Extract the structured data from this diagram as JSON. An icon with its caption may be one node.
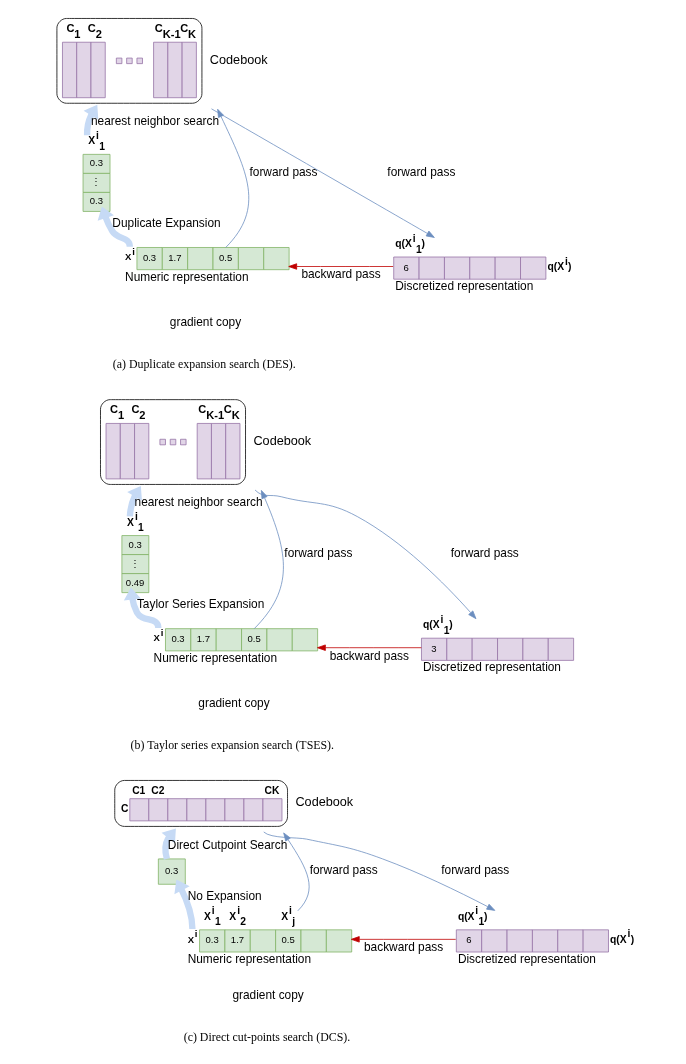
{
  "diagram": {
    "nodes": [
      {
        "text": [
          "0.3",
          "1.7",
          "0.5"
        ],
        "beside": [
          "X$^{i}$",
          "Numeric representation"
        ]
      },
      {
        "text": [
          "0.3",
          "⋮",
          "0.3"
        ],
        "beside": [
          "X$^{i}$$_{1}$"
        ]
      },
      {
        "text": [
          "C$_{1}$",
          "C$_{2}$",
          "C$_{K-1}$",
          "C$_{K}$"
        ],
        "beside": [
          "Codebook"
        ]
      },
      {
        "text": [
          "6"
        ],
        "beside": [
          "q(X$^{i}$$_{1}$)",
          "q(X$^{i}$)",
          "Discretized representation"
        ]
      },
      {
        "text": [
          "0.3",
          "1.7",
          "0.5"
        ],
        "beside": [
          "X$^{i}$",
          "Numeric representation"
        ]
      },
      {
        "text": [
          "0.3",
          "⋮",
          "0.49"
        ],
        "beside": [
          "X$^{i}$$_{1}$"
        ]
      },
      {
        "text": [
          "C$_{1}$",
          "C$_{2}$",
          "C$_{K-1}$",
          "C$_{K}$"
        ],
        "beside": [
          "Codebook"
        ]
      },
      {
        "text": [
          "3"
        ],
        "beside": [
          "q(X$^{i}$$_{1}$)",
          "Discretized representation"
        ]
      },
      {
        "text": [
          "0.3",
          "1.7",
          "0.5"
        ],
        "beside": [
          "X$^{i}$$_{1}$",
          "X$^{i}$$_{2}$",
          "X$^{i}$$_{j}$",
          "X$^{i}$",
          "Numeric representation"
        ]
      },
      {
        "text": [
          "0.3"
        ]
      },
      {
        "text": [
          "C1",
          "C2",
          "CK",
          "C"
        ],
        "beside": [
          "Codebook"
        ]
      },
      {
        "text": [
          "6"
        ],
        "beside": [
          "q(X$^{i}$$_{1}$)",
          "q(X$^{i}$)",
          "Discretized representation"
        ]
      }
    ],
    "edges": [
      {
        "from": 0,
        "to": 1,
        "arrow": "to",
        "label": "Duplicate Expansion",
        "style": "thick",
        "color": "#c6daf5"
      },
      {
        "from": 1,
        "to": 2,
        "arrow": "to",
        "label": "nearest neighbor search",
        "style": "thick",
        "color": "#c6daf5"
      },
      {
        "from": 0,
        "to": 2,
        "arrow": "to",
        "label": "forward pass"
      },
      {
        "from": 2,
        "to": 3,
        "arrow": "to",
        "label": "forward pass"
      },
      {
        "from": 3,
        "to": 0,
        "arrow": "to",
        "label": "backward pass",
        "color": "#c00000"
      },
      {
        "from": 4,
        "to": 5,
        "arrow": "to",
        "label": "Taylor Series Expansion",
        "style": "thick",
        "color": "#c6daf5"
      },
      {
        "from": 5,
        "to": 6,
        "arrow": "to",
        "label": "nearest neighbor search",
        "style": "thick",
        "color": "#c6daf5"
      },
      {
        "from": 4,
        "to": 6,
        "arrow": "to",
        "label": "forward pass"
      },
      {
        "from": 6,
        "to": 7,
        "arrow": "to",
        "label": "forward pass"
      },
      {
        "from": 7,
        "to": 4,
        "arrow": "to",
        "label": "backward pass",
        "color": "#c00000"
      },
      {
        "from": 8,
        "to": 9,
        "arrow": "to",
        "label": "No Expansion",
        "style": "thick",
        "color": "#c6daf5"
      },
      {
        "from": 9,
        "to": 10,
        "arrow": "to",
        "label": "Direct Cutpoint Search",
        "style": "thick",
        "color": "#c6daf5"
      },
      {
        "from": 8,
        "to": 10,
        "arrow": "to",
        "label": "forward pass"
      },
      {
        "from": 10,
        "to": 11,
        "arrow": "to",
        "label": "forward pass"
      },
      {
        "from": 11,
        "to": 8,
        "arrow": "to",
        "label": "backward pass",
        "color": "#c00000"
      }
    ],
    "labels": [
      "gradient copy",
      "(a) Duplicate expansion search (DES).",
      "gradient copy",
      "(b) Taylor series expansion search (TSES).",
      "gradient copy",
      "(c) Direct cut-points search (DCS)."
    ]
  }
}
